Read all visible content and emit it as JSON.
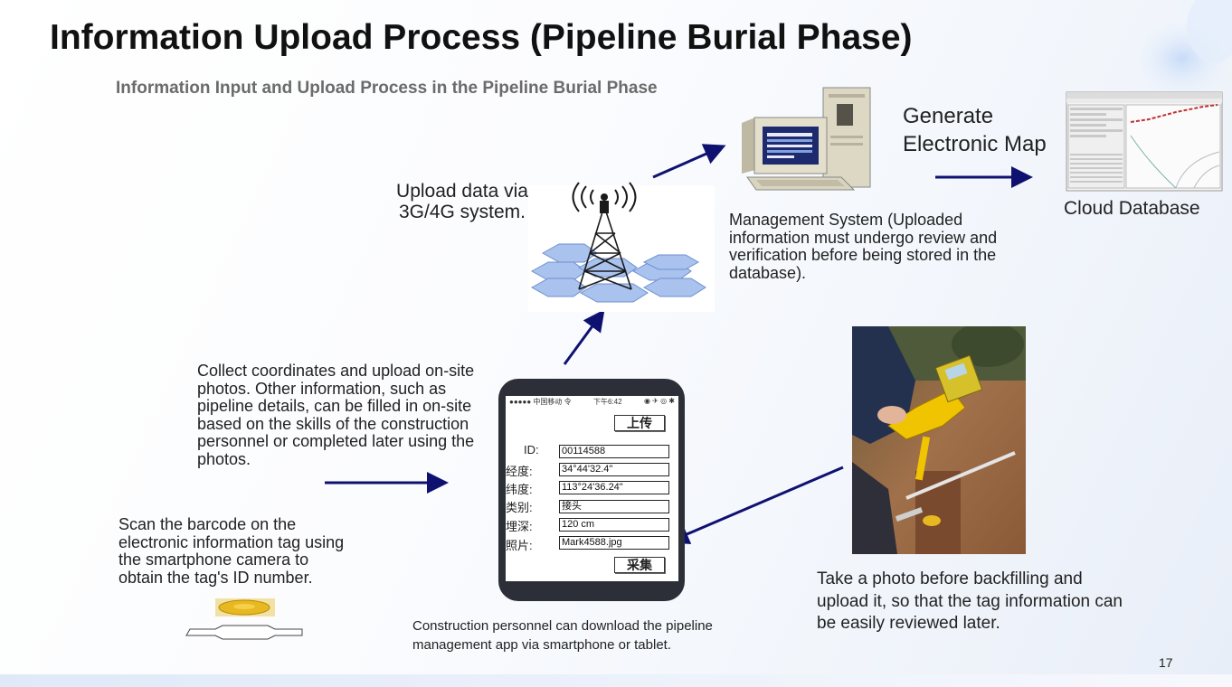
{
  "title": "Information Upload Process (Pipeline Burial Phase)",
  "subtitle": "Information Input and Upload Process in the Pipeline Burial Phase",
  "labels": {
    "upload": "Upload data via 3G/4G system.",
    "generate": "Generate Electronic Map",
    "cloud": "Cloud Database",
    "management": "Management System (Uploaded information must undergo review and verification before being stored in the database).",
    "collect": "Collect coordinates and upload on-site photos. Other information, such as pipeline details, can be filled in on-site based on the skills of the construction personnel or completed later using the photos.",
    "scan": "Scan the barcode on the electronic information tag using the smartphone camera to obtain the tag's ID number.",
    "construction": "Construction personnel can download the pipeline management app via smartphone or tablet.",
    "photo": "Take a photo before backfilling and upload it, so that the tag information can be easily reviewed later.",
    "page_number": "17"
  },
  "phone": {
    "status_left": "●●●●● 中国移动 令",
    "status_time": "下午6:42",
    "status_right": "◉ ✈ ◎ ✱",
    "upload_button": "上传",
    "collect_button": "采集",
    "fields": [
      {
        "label": "ID:",
        "value": "00114588"
      },
      {
        "label": "经度:",
        "value": "34°44'32.4\""
      },
      {
        "label": "纬度:",
        "value": "113°24'36.24\""
      },
      {
        "label": "类别:",
        "value": "接头"
      },
      {
        "label": "埋深:",
        "value": "120 cm"
      },
      {
        "label": "照片:",
        "value": "Mark4588.jpg"
      }
    ]
  },
  "colors": {
    "arrow": "#0f1170",
    "title": "#111111",
    "subtitle": "#6b6b6b",
    "hex_tile": "#a9c3ee",
    "tag_yellow": "#e8b820"
  },
  "icons": [
    "cell-tower-icon",
    "desktop-computer-icon",
    "electronic-map-screenshot",
    "smartphone-icon",
    "electronic-tag-icon",
    "field-photo"
  ]
}
